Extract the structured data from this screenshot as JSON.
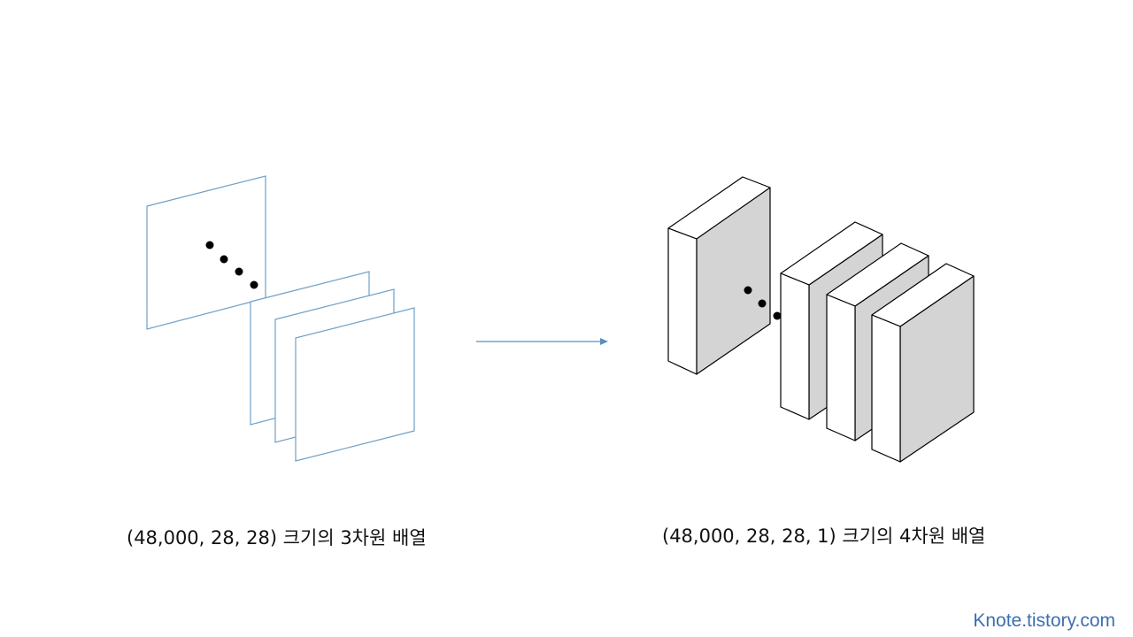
{
  "left_caption": "(48,000, 28, 28) 크기의 3차원 배열",
  "right_caption": "(48,000, 28, 28, 1) 크기의 4차원 배열",
  "watermark": "Knote.tistory.com",
  "colors": {
    "plane_stroke": "#6fa0c8",
    "arrow": "#5a8fc0",
    "block_front": "#ffffff",
    "block_side": "#d4d4d4",
    "block_stroke": "#000000",
    "dots": "#000000",
    "watermark": "#3d6fb0"
  }
}
